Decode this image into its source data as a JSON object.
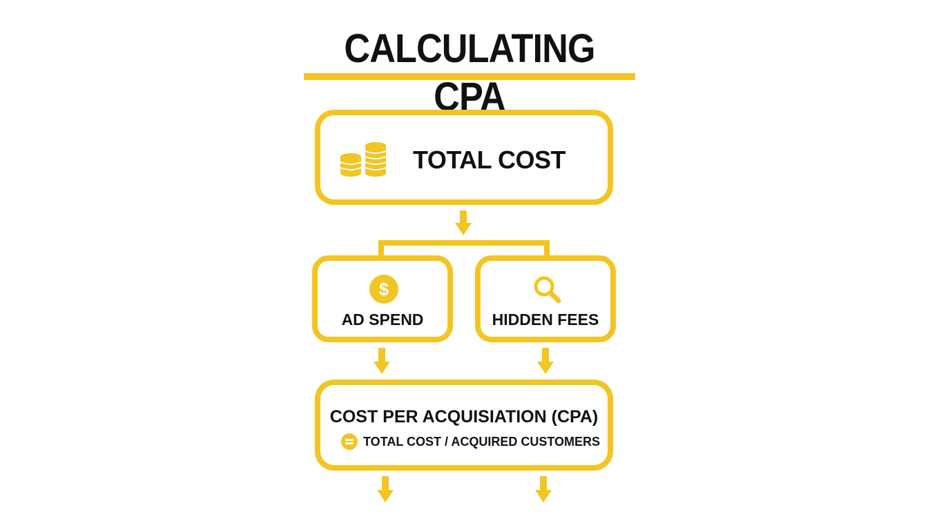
{
  "diagram": {
    "title": "CALCULATING CPA",
    "nodes": {
      "total_cost": {
        "label": "TOTAL COST",
        "icon": "coins-icon"
      },
      "ad_spend": {
        "label": "AD SPEND",
        "icon": "dollar-icon"
      },
      "hidden_fees": {
        "label": "HIDDEN FEES",
        "icon": "search-icon"
      },
      "cpa": {
        "label": "COST PER ACQUISIATION (CPA)",
        "formula": "TOTAL COST / ACQUIRED CUSTOMERS",
        "formula_icon": "equals-icon"
      }
    },
    "colors": {
      "accent": "#f2c523",
      "text": "#111111",
      "background": "#ffffff"
    }
  }
}
